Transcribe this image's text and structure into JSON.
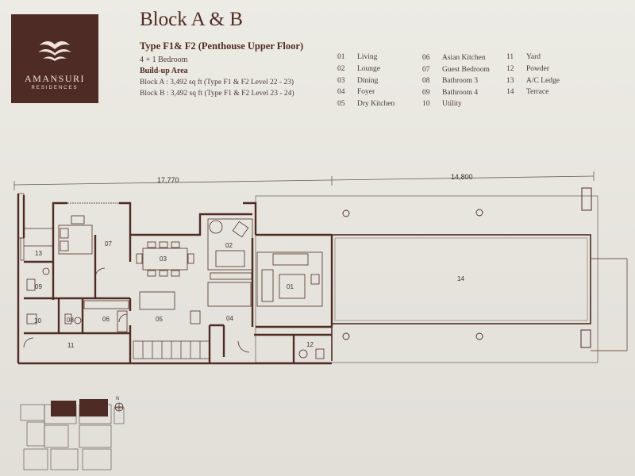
{
  "brand": {
    "name": "AMANSURI",
    "sub": "RESIDENCES"
  },
  "title": "Block A & B",
  "unit_type": "Type F1& F2 (Penthouse Upper Floor)",
  "bedrooms": "4 + 1 Bedroom",
  "buildup_label": "Build-up Area",
  "block_a": "Block A : 3,492 sq ft (Type F1 & F2 Level 22 - 23)",
  "block_b": "Block B : 3,492 sq ft (Type F1 & F2 Level 23 - 24)",
  "legend": [
    {
      "num": "01",
      "name": "Living"
    },
    {
      "num": "02",
      "name": "Lounge"
    },
    {
      "num": "03",
      "name": "Dining"
    },
    {
      "num": "04",
      "name": "Foyer"
    },
    {
      "num": "05",
      "name": "Dry Kitchen"
    },
    {
      "num": "06",
      "name": "Asian Kitchen"
    },
    {
      "num": "07",
      "name": "Guest Bedroom"
    },
    {
      "num": "08",
      "name": "Bathroom 3"
    },
    {
      "num": "09",
      "name": "Bathroom 4"
    },
    {
      "num": "10",
      "name": "Utility"
    },
    {
      "num": "11",
      "name": "Yard"
    },
    {
      "num": "12",
      "name": "Powder"
    },
    {
      "num": "13",
      "name": "A/C Ledge"
    },
    {
      "num": "14",
      "name": "Terrace"
    }
  ],
  "dims": {
    "left": "17,770",
    "right": "14,800"
  },
  "plan_labels": {
    "r01": "01",
    "r02": "02",
    "r03": "03",
    "r04": "04",
    "r05": "05",
    "r06": "06",
    "r07": "07",
    "r08": "08",
    "r09": "09",
    "r10": "10",
    "r11": "11",
    "r12": "12",
    "r13": "13",
    "r14": "14"
  },
  "compass": "N",
  "colors": {
    "wall": "#4f2b25",
    "brand_bg": "#4f2b25",
    "paper": "#e7e5de"
  }
}
